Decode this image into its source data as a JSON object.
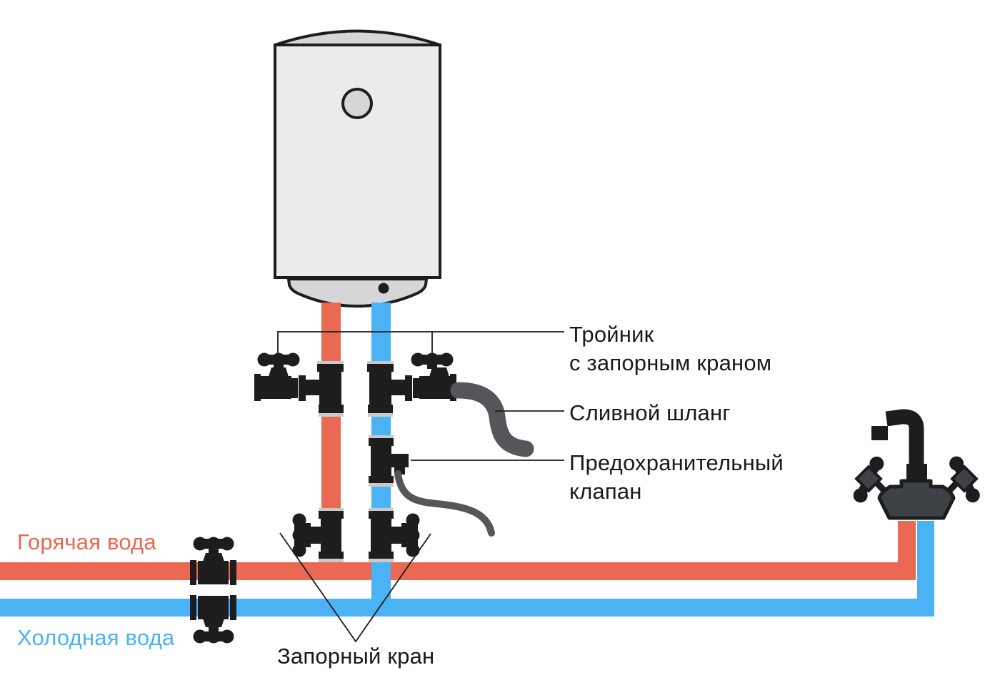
{
  "diagram": {
    "labels": {
      "tee_valve": {
        "line1": "Тройник",
        "line2": "с запорным краном"
      },
      "drain_hose": "Сливной шланг",
      "safety_valve": {
        "line1": "Предохранительный",
        "line2": "клапан"
      },
      "hot_water": "Горячая вода",
      "cold_water": "Холодная вода",
      "shutoff_valve": "Запорный кран"
    },
    "colors": {
      "hot": "#E96953",
      "cold": "#4AB2F5",
      "fitting": "#1D1D1F",
      "hose": "#55565A",
      "faucet": "#3E4145",
      "tank_body": "#EBEBED",
      "tank_cap": "#D6D6D9",
      "connector": "#C9C9CC",
      "label_text": "#1A1A1A",
      "background": "#FFFFFF"
    }
  }
}
